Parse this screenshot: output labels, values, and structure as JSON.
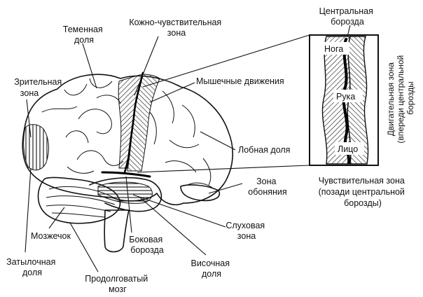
{
  "labels": {
    "parietal": [
      "Теменная",
      "доля"
    ],
    "somatosensory": [
      "Кожно-чувствительная",
      "зона"
    ],
    "central_sulcus": [
      "Центральная",
      "борозда"
    ],
    "visual": [
      "Зрительная",
      "зона"
    ],
    "muscle": "Мышечные движения",
    "frontal": "Лобная доля",
    "sensory_zone": [
      "Чувствительная зона",
      "(позади центральной",
      "борозды)"
    ],
    "motor_zone": [
      "Двигательная зона",
      "(впереди центральной",
      "борозды"
    ],
    "leg": "Нога",
    "arm": "Рука",
    "face": "Лицо",
    "smell": [
      "Зона",
      "обоняния"
    ],
    "auditory": [
      "Слуховая",
      "зона"
    ],
    "cerebellum": "Мозжечок",
    "lateral_sulcus": [
      "Боковая",
      "борозда"
    ],
    "temporal": [
      "Височная",
      "доля"
    ],
    "occipital": [
      "Затылочная",
      "доля"
    ],
    "medulla": [
      "Продолговатый",
      "мозг"
    ]
  }
}
